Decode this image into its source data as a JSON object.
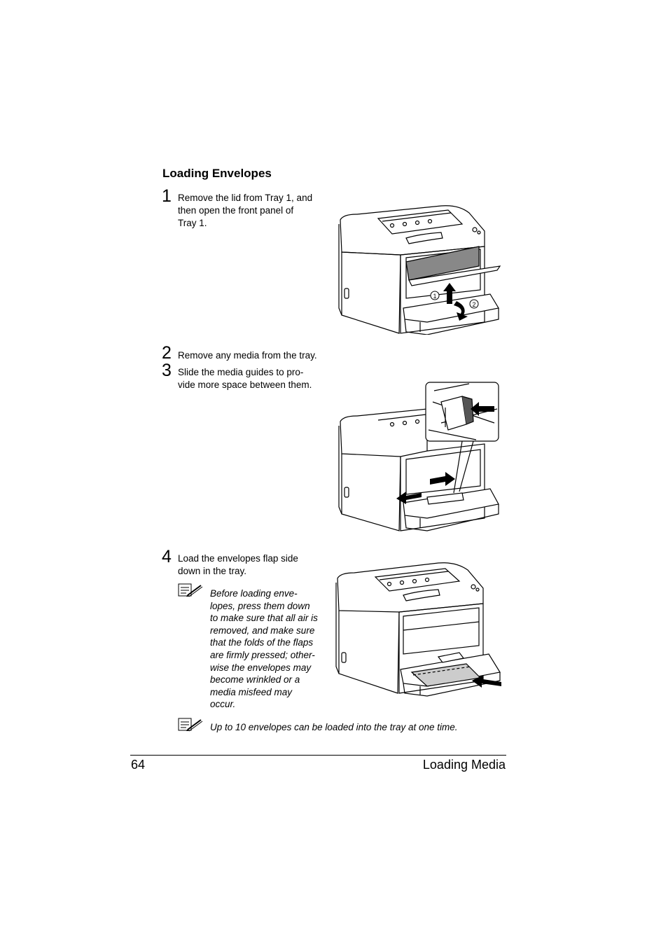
{
  "section_title": "Loading Envelopes",
  "steps": [
    {
      "number": "1",
      "lines": [
        "Remove the lid from Tray 1, and",
        "then open the front panel of",
        "Tray 1."
      ]
    },
    {
      "number": "2",
      "lines": [
        "Remove any media from the tray."
      ]
    },
    {
      "number": "3",
      "lines": [
        "Slide the media guides to pro-",
        "vide more space between them."
      ]
    },
    {
      "number": "4",
      "lines": [
        "Load the envelopes flap side",
        "down in the tray."
      ]
    }
  ],
  "note1_lines": [
    "Before loading enve-",
    "lopes, press them down",
    "to make sure that all air is",
    "removed, and make sure",
    "that the folds of the flaps",
    "are firmly pressed; other-",
    "wise the envelopes may",
    "become wrinkled or a",
    "media misfeed may",
    "occur."
  ],
  "note2": "Up to 10 envelopes can be loaded into the tray at one time.",
  "callouts": {
    "one": "1",
    "two": "2"
  },
  "footer": {
    "page_number": "64",
    "chapter": "Loading Media"
  },
  "icons": {
    "note": "note-pencil-icon"
  }
}
